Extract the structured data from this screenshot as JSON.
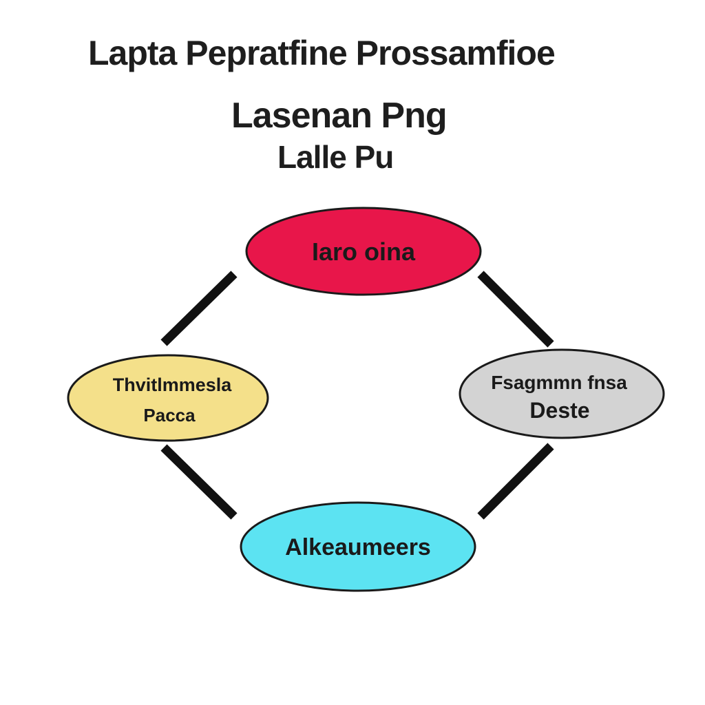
{
  "title": {
    "line1": "Lapta Pepratfine Prossamfioe",
    "line2": "Lasenan Png",
    "line3": "Lalle Pu"
  },
  "colors": {
    "top_node_fill": "#e8164a",
    "left_node_fill": "#f4e08a",
    "right_node_fill": "#d3d3d3",
    "bottom_node_fill": "#5ce3f2",
    "connector": "#111111"
  },
  "nodes": {
    "top": {
      "lines": [
        "Iaro oina"
      ]
    },
    "left": {
      "lines": [
        "Thvitlmmesla",
        "Pacca"
      ]
    },
    "right": {
      "lines": [
        "Fsagmmn fnsa",
        "Deste"
      ]
    },
    "bottom": {
      "lines": [
        "Alkeaumeers"
      ]
    }
  }
}
